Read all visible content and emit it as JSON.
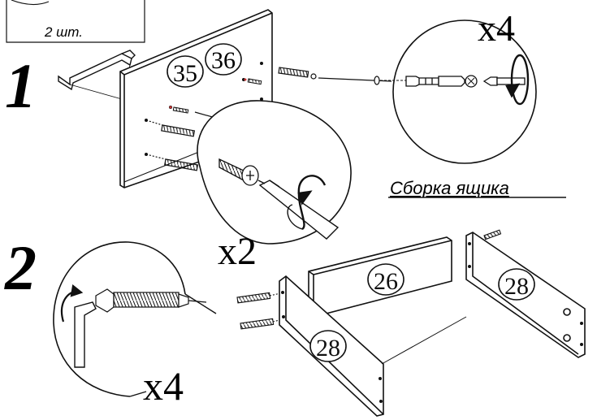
{
  "parts_box": {
    "quantity": "2 шт."
  },
  "step1": {
    "number": "1",
    "part_a": "35",
    "part_b": "36",
    "screw_count": "x2",
    "cam_count": "x4",
    "section_title": "Сборка ящика"
  },
  "step2": {
    "number": "2",
    "dowel_count": "x4",
    "part_back": "26",
    "part_side_left": "28",
    "part_side_right": "28"
  },
  "colors": {
    "line": "#111111",
    "panel": "#ffffff",
    "screw_accent": "#c83030"
  }
}
